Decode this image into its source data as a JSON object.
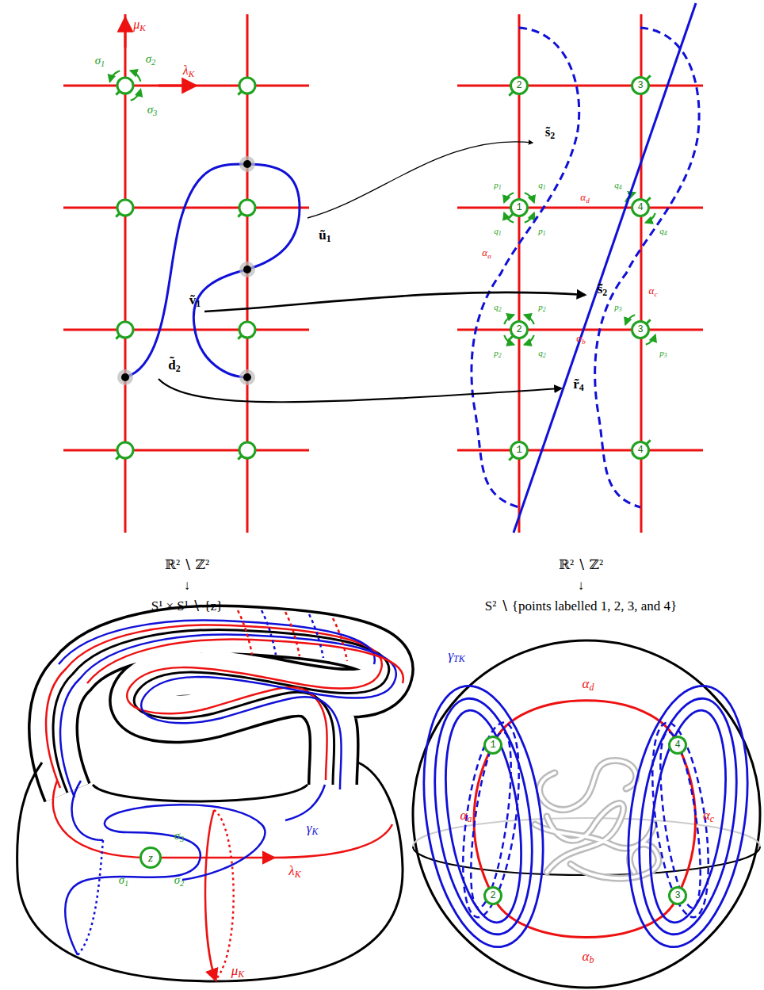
{
  "diagram": {
    "nodes": [
      {
        "text": [
          "2"
        ]
      },
      {
        "text": [
          "3"
        ]
      },
      {
        "text": [
          "1"
        ]
      },
      {
        "text": [
          "4"
        ]
      },
      {
        "text": [
          "2"
        ]
      },
      {
        "text": [
          "3"
        ]
      },
      {
        "text": [
          "1"
        ]
      },
      {
        "text": [
          "4"
        ]
      },
      {
        "text": [
          "z"
        ]
      },
      {
        "text": [
          "1"
        ]
      },
      {
        "text": [
          "4"
        ]
      },
      {
        "text": [
          "2"
        ]
      },
      {
        "text": [
          "3"
        ]
      }
    ],
    "labels": [
      "μK",
      "λK",
      "σ1",
      "σ2",
      "σ3",
      "ũ1",
      "ṽ1",
      "d̃2",
      "s̃2",
      "s̃̃2",
      "r̃4",
      "p1",
      "q1",
      "q1",
      "p1",
      "q4",
      "q4",
      "q2",
      "p2",
      "p2",
      "q2",
      "p3",
      "p3",
      "αd",
      "αa",
      "αb",
      "αc",
      "ℝ² ∖ ℤ²",
      "↓",
      "S¹ × S¹ ∖ {z}",
      "ℝ² ∖ ℤ²",
      "↓",
      "S² ∖ {points labelled 1, 2, 3, and 4}",
      "γK",
      "σ3",
      "σ1",
      "σ2",
      "λK",
      "μK",
      "γTK",
      "αd",
      "αa",
      "αc",
      "αb"
    ]
  }
}
